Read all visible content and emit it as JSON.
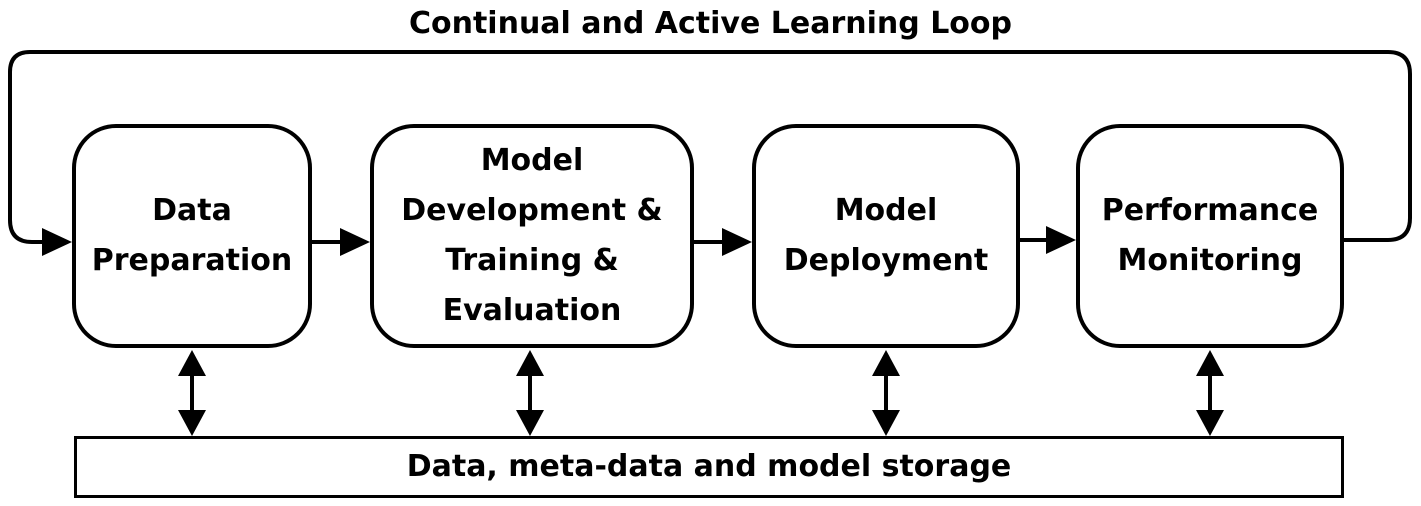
{
  "title": "Continual and Active Learning Loop",
  "stages": [
    {
      "label": "Data\nPreparation"
    },
    {
      "label": "Model\nDevelopment &\nTraining &\nEvaluation"
    },
    {
      "label": "Model\nDeployment"
    },
    {
      "label": "Performance\nMonitoring"
    }
  ],
  "storage": {
    "label": "Data, meta-data and model storage"
  },
  "colors": {
    "stroke": "#000000",
    "background": "#ffffff"
  }
}
